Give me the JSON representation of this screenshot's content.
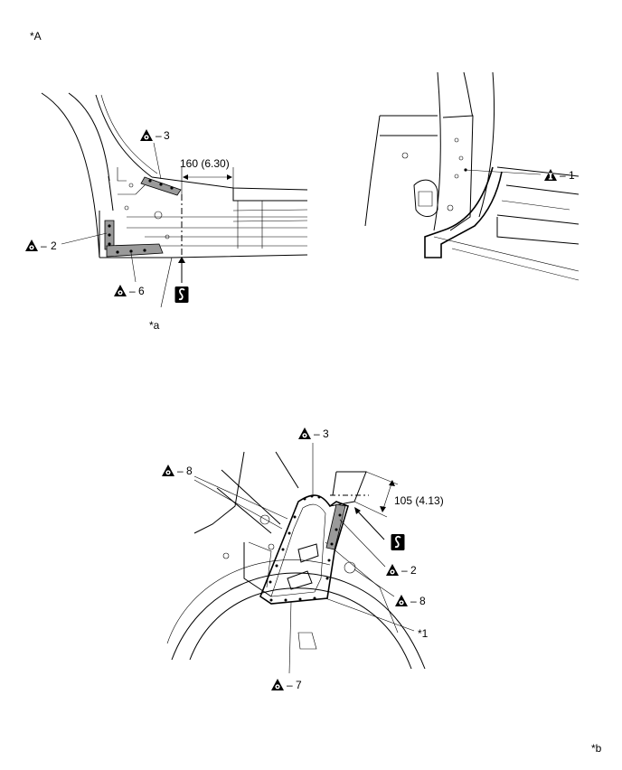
{
  "corner_labels": {
    "top_left": "*A",
    "bottom_right": "*b"
  },
  "top_left_view": {
    "dimension": "160 (6.30)",
    "callouts": {
      "weld_3": "3",
      "weld_2": "2",
      "weld_6": "6"
    },
    "cut_label": "*a"
  },
  "top_right_view": {
    "callouts": {
      "weld_1": "1"
    }
  },
  "bottom_view": {
    "dimension": "105 (4.13)",
    "callouts": {
      "weld_3": "3",
      "weld_8_left": "8",
      "weld_2": "2",
      "weld_8_right": "8",
      "weld_7": "7"
    },
    "part_label": "*1"
  },
  "icons": {
    "weld_symbol": "triangle-with-circle-icon",
    "triangle_i_symbol": "triangle-i-icon",
    "cut_symbol": "s-cut-symbol-icon"
  }
}
